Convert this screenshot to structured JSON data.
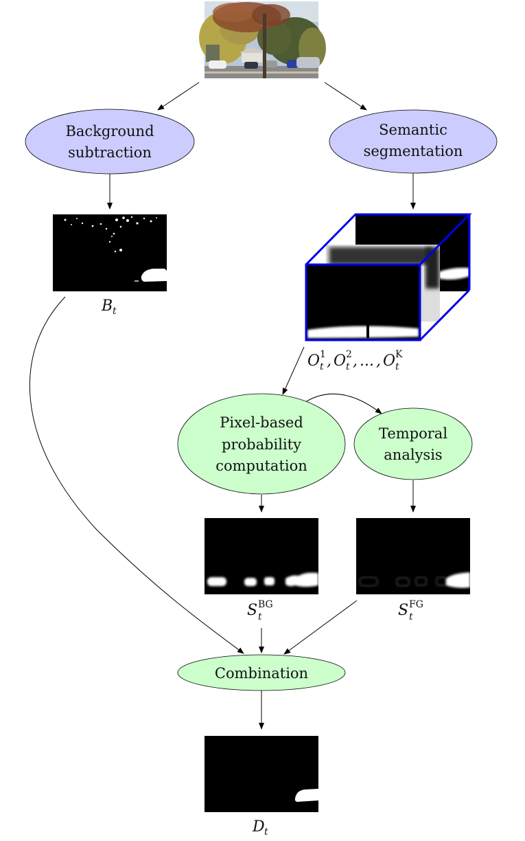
{
  "diagram": {
    "title": "Foreground detection pipeline",
    "colors": {
      "blue_node_fill": "#ccccff",
      "green_node_fill": "#ccffcc",
      "node_stroke": "#000000",
      "cube_edge": "#0000ee",
      "image_bg": "#000000",
      "mask_fg": "#ffffff"
    },
    "input_image": {
      "label": "",
      "description": "street scene with tree and parked cars"
    },
    "nodes": {
      "background_subtraction": {
        "line1": "Background",
        "line2": "subtraction"
      },
      "semantic_segmentation": {
        "line1": "Semantic",
        "line2": "segmentation"
      },
      "pixel_probability": {
        "line1": "Pixel-based",
        "line2": "probability",
        "line3": "computation"
      },
      "temporal_analysis": {
        "line1": "Temporal",
        "line2": "analysis"
      },
      "combination": {
        "line1": "Combination"
      }
    },
    "outputs": {
      "bt": {
        "main": "B",
        "sub": "t"
      },
      "ot": {
        "text": "O",
        "sub": "t",
        "sups": [
          "1",
          "2",
          "K"
        ],
        "separator": ", ",
        "ellipsis": "..."
      },
      "st_bg": {
        "main": "S",
        "sub": "t",
        "sup": "BG"
      },
      "st_fg": {
        "main": "S",
        "sub": "t",
        "sup": "FG"
      },
      "dt": {
        "main": "D",
        "sub": "t"
      }
    },
    "edges": [
      {
        "from": "input_image",
        "to": "background_subtraction"
      },
      {
        "from": "input_image",
        "to": "semantic_segmentation"
      },
      {
        "from": "background_subtraction",
        "to": "bt"
      },
      {
        "from": "semantic_segmentation",
        "to": "ot"
      },
      {
        "from": "ot",
        "to": "pixel_probability"
      },
      {
        "from": "pixel_probability",
        "to": "temporal_analysis"
      },
      {
        "from": "pixel_probability",
        "to": "st_bg"
      },
      {
        "from": "temporal_analysis",
        "to": "st_fg"
      },
      {
        "from": "bt",
        "to": "combination"
      },
      {
        "from": "st_bg",
        "to": "combination"
      },
      {
        "from": "st_fg",
        "to": "combination"
      },
      {
        "from": "combination",
        "to": "dt"
      }
    ]
  }
}
